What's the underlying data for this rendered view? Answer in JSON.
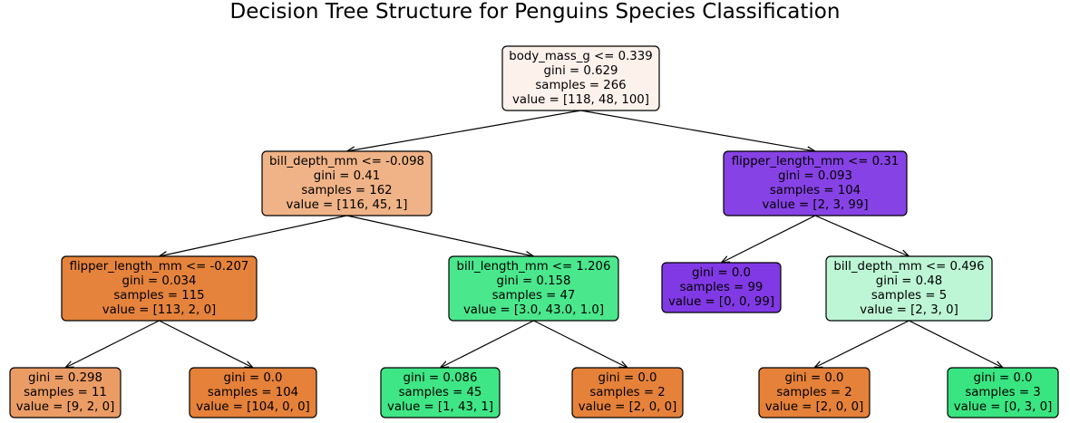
{
  "title": "Decision Tree Structure for Penguins Species Classification",
  "nodes": [
    {
      "id": "root",
      "lines": [
        "body_mass_g <= 0.339",
        "gini = 0.629",
        "samples = 266",
        "value = [118, 48, 100]"
      ],
      "fill": "#fdf1ec"
    },
    {
      "id": "n1",
      "lines": [
        "bill_depth_mm <= -0.098",
        "gini = 0.41",
        "samples = 162",
        "value = [116, 45, 1]"
      ],
      "fill": "#f0b387"
    },
    {
      "id": "n2",
      "lines": [
        "flipper_length_mm <= 0.31",
        "gini = 0.093",
        "samples = 104",
        "value = [2, 3, 99]"
      ],
      "fill": "#8742e6"
    },
    {
      "id": "n3",
      "lines": [
        "flipper_length_mm <= -0.207",
        "gini = 0.034",
        "samples = 115",
        "value = [113, 2, 0]"
      ],
      "fill": "#e5833c"
    },
    {
      "id": "n4",
      "lines": [
        "bill_length_mm <= 1.206",
        "gini = 0.158",
        "samples = 47",
        "value = [3.0, 43.0, 1.0]"
      ],
      "fill": "#4ae78c"
    },
    {
      "id": "n5",
      "lines": [
        "gini = 0.0",
        "samples = 99",
        "value = [0, 0, 99]"
      ],
      "fill": "#8139e5"
    },
    {
      "id": "n6",
      "lines": [
        "bill_depth_mm <= 0.496",
        "gini = 0.48",
        "samples = 5",
        "value = [2, 3, 0]"
      ],
      "fill": "#bdf6d5"
    },
    {
      "id": "n7",
      "lines": [
        "gini = 0.298",
        "samples = 11",
        "value = [9, 2, 0]"
      ],
      "fill": "#eb9c64"
    },
    {
      "id": "n8",
      "lines": [
        "gini = 0.0",
        "samples = 104",
        "value = [104, 0, 0]"
      ],
      "fill": "#e58139"
    },
    {
      "id": "n9",
      "lines": [
        "gini = 0.086",
        "samples = 45",
        "value = [1, 43, 1]"
      ],
      "fill": "#3fe685"
    },
    {
      "id": "n10",
      "lines": [
        "gini = 0.0",
        "samples = 2",
        "value = [2, 0, 0]"
      ],
      "fill": "#e58139"
    },
    {
      "id": "n11",
      "lines": [
        "gini = 0.0",
        "samples = 2",
        "value = [2, 0, 0]"
      ],
      "fill": "#e58139"
    },
    {
      "id": "n12",
      "lines": [
        "gini = 0.0",
        "samples = 3",
        "value = [0, 3, 0]"
      ],
      "fill": "#39e581"
    }
  ],
  "edges": [
    {
      "from": "root",
      "to": "n1"
    },
    {
      "from": "root",
      "to": "n2"
    },
    {
      "from": "n1",
      "to": "n3"
    },
    {
      "from": "n1",
      "to": "n4"
    },
    {
      "from": "n2",
      "to": "n5"
    },
    {
      "from": "n2",
      "to": "n6"
    },
    {
      "from": "n3",
      "to": "n7"
    },
    {
      "from": "n3",
      "to": "n8"
    },
    {
      "from": "n4",
      "to": "n9"
    },
    {
      "from": "n4",
      "to": "n10"
    },
    {
      "from": "n6",
      "to": "n11"
    },
    {
      "from": "n6",
      "to": "n12"
    }
  ]
}
